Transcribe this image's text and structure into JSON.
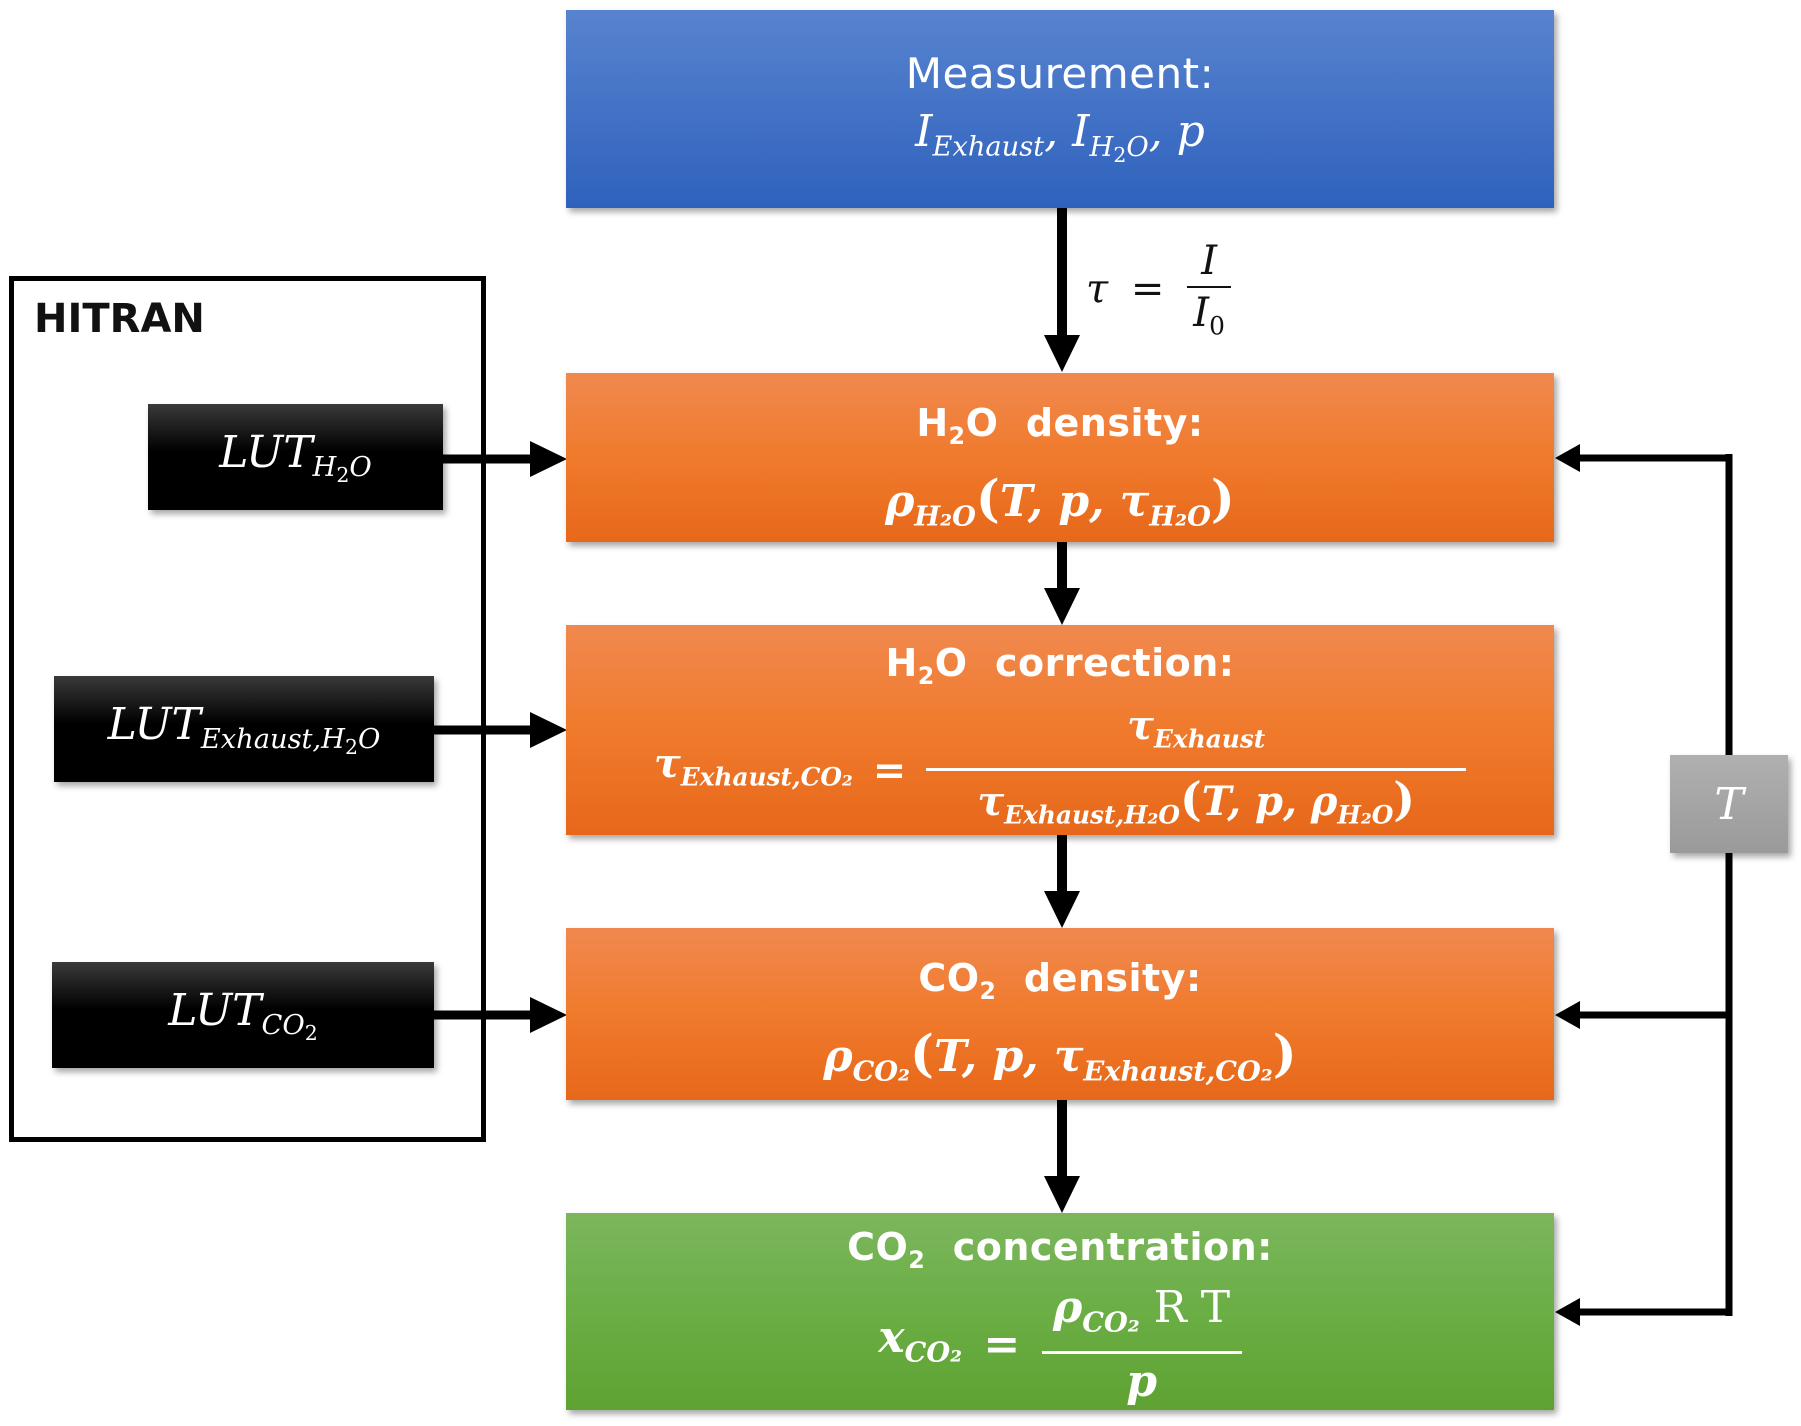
{
  "diagram": {
    "measurement": {
      "title": "Measurement:",
      "vars": [
        {
          "base": "I",
          "sub": "Exhaust"
        },
        {
          "base": "I",
          "sub": "H",
          "sub2": "2",
          "sub3": "O"
        },
        {
          "base": "p"
        }
      ],
      "sep": ", "
    },
    "transmission_formula": {
      "lhs": "τ",
      "eq": "=",
      "numerator": "I",
      "denominator": "I",
      "denominator_sub": "0"
    },
    "hitran": {
      "label": "HITRAN",
      "luts": [
        {
          "base": "LUT",
          "sub": "H",
          "sub_num": "2",
          "sub_tail": "O"
        },
        {
          "base": "LUT",
          "sub": "Exhaust,H",
          "sub_num": "2",
          "sub_tail": "O"
        },
        {
          "base": "LUT",
          "sub": "CO",
          "sub_num": "2",
          "sub_tail": ""
        }
      ]
    },
    "h2o_density": {
      "title_pre": "H",
      "title_sub": "2",
      "title_post": "O  density:",
      "formula": {
        "symbol": "ρ",
        "symbol_sub": "H₂O",
        "args": "T, p, ",
        "arg_tau": "τ",
        "arg_tau_sub": "H₂O"
      }
    },
    "h2o_correction": {
      "title_pre": "H",
      "title_sub": "2",
      "title_post": "O  correction:",
      "formula": {
        "lhs": "τ",
        "lhs_sub": "Exhaust,CO₂",
        "eq": "=",
        "num": "τ",
        "num_sub": "Exhaust",
        "den": "τ",
        "den_sub": "Exhaust,H₂O",
        "den_args": "T, p, ",
        "den_rho": "ρ",
        "den_rho_sub": "H₂O"
      }
    },
    "co2_density": {
      "title_pre": "CO",
      "title_sub": "2",
      "title_post": "  density:",
      "formula": {
        "symbol": "ρ",
        "symbol_sub": "CO₂",
        "args": "T, p, ",
        "arg_tau": "τ",
        "arg_tau_sub": "Exhaust,CO₂"
      }
    },
    "co2_concentration": {
      "title_pre": "CO",
      "title_sub": "2",
      "title_post": "  concentration:",
      "formula": {
        "lhs": "x",
        "lhs_sub": "CO₂",
        "eq": "=",
        "num_rho": "ρ",
        "num_rho_sub": "CO₂",
        "num_rest": " R T",
        "den": "p"
      }
    },
    "temperature_input": {
      "label": "T"
    },
    "colors": {
      "measurement": "#3f6fc6",
      "processing": "#f07a2c",
      "result": "#6aae45",
      "lut": "#000000",
      "temperature": "#a3a3a3"
    }
  }
}
